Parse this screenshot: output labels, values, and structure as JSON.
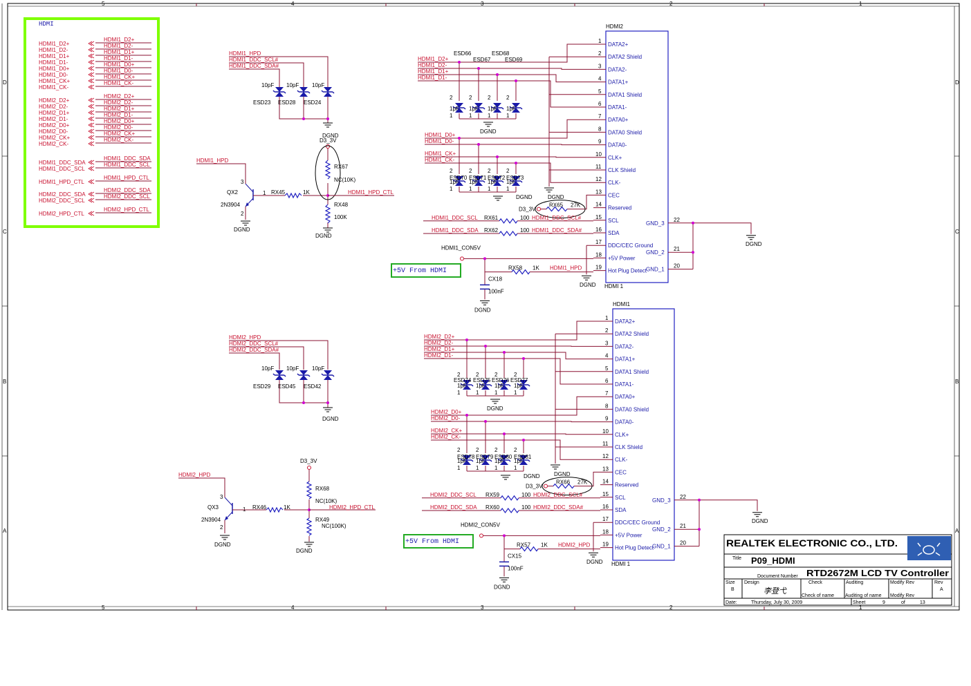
{
  "frame": {
    "col_markers": [
      "5",
      "4",
      "3",
      "2",
      "1"
    ],
    "row_markers": [
      "D",
      "C",
      "B",
      "A"
    ]
  },
  "net_box": {
    "title": "HDMI",
    "left_labels": [
      "HDMI1_D2+",
      "HDMI1_D2-",
      "HDMI1_D1+",
      "HDMI1_D1-",
      "HDMI1_D0+",
      "HDMI1_D0-",
      "HDMI1_CK+",
      "HDMI1_CK-",
      "HDMI2_D2+",
      "HDMI2_D2-",
      "HDMI2_D1+",
      "HDMI2_D1-",
      "HDMI2_D0+",
      "HDMI2_D0-",
      "HDMI2_CK+",
      "HDMI2_CK-",
      "HDMI1_DDC_SDA",
      "HDMI1_DDC_SCL",
      "HDMI1_HPD_CTL",
      "HDMI2_DDC_SDA",
      "HDMI2_DDC_SCL",
      "HDMI2_HPD_CTL"
    ],
    "right_labels": [
      "HDMI1_D2+",
      "HDMI1_D2-",
      "HDMI1_D1+",
      "HDMI1_D1-",
      "HDMI1_D0+",
      "HDMI1_D0-",
      "HDMI1_CK+",
      "HDMI1_CK-",
      "HDMI2_D2+",
      "HDMI2_D2-",
      "HDMI2_D1+",
      "HDMI2_D1-",
      "HDMI2_D0+",
      "HDMI2_D0-",
      "HDMI2_CK+",
      "HDMI2_CK-",
      "HDMI1_DDC_SDA",
      "HDMI1_DDC_SCL",
      "HDMI1_HPD_CTL",
      "HDMI2_DDC_SDA",
      "HDMI2_DDC_SCL",
      "HDMI2_HPD_CTL"
    ]
  },
  "esd_group1": {
    "nets": [
      "HDMI1_HPD",
      "HDMI1_DDC_SCL#",
      "HDMI1_DDC_SDA#"
    ],
    "caps": [
      "10pF",
      "10pF",
      "10pF"
    ],
    "refs": [
      "ESD23",
      "ESD28",
      "ESD24"
    ],
    "gnd": "DGND"
  },
  "esd_group2": {
    "nets": [
      "HDMI2_HPD",
      "HDMI2_DDC_SCL#",
      "HDMI2_DDC_SDA#"
    ],
    "caps": [
      "10pF",
      "10pF",
      "10pF"
    ],
    "refs": [
      "ESD29",
      "ESD45",
      "ESD42"
    ],
    "gnd": "DGND"
  },
  "hpd1": {
    "in_net": "HDMI1_HPD",
    "q_ref": "QX2",
    "q_part": "2N3904",
    "r_in": "RX45",
    "r_in_val": "1K",
    "supply": "D3_3V",
    "r_up": "RX67",
    "r_up_val": "NC(10K)",
    "r_dn": "RX48",
    "r_dn_val": "100K",
    "out_net": "HDMI1_HPD_CTL",
    "gnd": "DGND"
  },
  "hpd2": {
    "in_net": "HDMI2_HPD",
    "q_ref": "QX3",
    "q_part": "2N3904",
    "r_in": "RX46",
    "r_in_val": "1K",
    "supply": "D3_3V",
    "r_up": "RX68",
    "r_up_val": "NC(10K)",
    "r_dn": "RX49",
    "r_dn_val": "NC(100K)",
    "out_net": "HDMI2_HPD_CTL",
    "gnd": "DGND"
  },
  "conn1": {
    "header": "HDMI2",
    "footer": "HDMI 1",
    "pins": [
      "DATA2+",
      "DATA2 Shield",
      "DATA2-",
      "DATA1+",
      "DATA1 Shield",
      "DATA1-",
      "DATA0+",
      "DATA0 Shield",
      "DATA0-",
      "CLK+",
      "CLK Shield",
      "CLK-",
      "CEC",
      "Reserved",
      "SCL",
      "SDA",
      "DDC/CEC Ground",
      "+5V Power",
      "Hot Plug Detect"
    ],
    "pin_nums": [
      "1",
      "2",
      "3",
      "4",
      "5",
      "6",
      "7",
      "8",
      "9",
      "10",
      "11",
      "12",
      "13",
      "14",
      "15",
      "16",
      "17",
      "18",
      "19"
    ],
    "gnd_pins": [
      "GND_3",
      "GND_2",
      "GND_1"
    ],
    "gnd_nums": [
      "22",
      "21",
      "20"
    ],
    "esd_top_refs": [
      "ESD66",
      "ESD67",
      "ESD68",
      "ESD69"
    ],
    "esd_bot_refs": [
      "ESD70",
      "ESD71",
      "ESD72",
      "ESD73"
    ],
    "esd_cap": "1pF",
    "diff_nets_top": [
      "HDMI1_D2+",
      "HDMI1_D2-",
      "HDMI1_D1+",
      "HDMI1_D1-"
    ],
    "diff_nets_bot": [
      "HDMI1_D0+",
      "HDMI1_D0-",
      "HDMI1_CK+",
      "HDMI1_CK-"
    ],
    "cec_supply": "D3_3V",
    "cec_r": "RX65",
    "cec_r_val": "27K",
    "scl_net": "HDMI1_DDC_SCL",
    "scl_r": "RX61",
    "scl_r_val": "100",
    "scl_out": "HDMI1_DDC_SCL#",
    "sda_net": "HDMI1_DDC_SDA",
    "sda_r": "RX62",
    "sda_r_val": "100",
    "sda_out": "HDMI1_DDC_SDA#",
    "con5v": "HDMI1_CON5V",
    "from_label": "+5V From HDMI",
    "hpd_r": "RX58",
    "hpd_r_val": "1K",
    "hpd_net": "HDMI1_HPD",
    "cap_ref": "CX18",
    "cap_val": "100nF",
    "gnd": "DGND"
  },
  "conn2": {
    "header": "HDMI1",
    "footer": "HDMI 1",
    "pins": [
      "DATA2+",
      "DATA2 Shield",
      "DATA2-",
      "DATA1+",
      "DATA1 Shield",
      "DATA1-",
      "DATA0+",
      "DATA0 Shield",
      "DATA0-",
      "CLK+",
      "CLK Shield",
      "CLK-",
      "CEC",
      "Reserved",
      "SCL",
      "SDA",
      "DDC/CEC Ground",
      "+5V Power",
      "Hot Plug Detect"
    ],
    "pin_nums": [
      "1",
      "2",
      "3",
      "4",
      "5",
      "6",
      "7",
      "8",
      "9",
      "10",
      "11",
      "12",
      "13",
      "14",
      "15",
      "16",
      "17",
      "18",
      "19"
    ],
    "gnd_pins": [
      "GND_3",
      "GND_2",
      "GND_1"
    ],
    "gnd_nums": [
      "22",
      "21",
      "20"
    ],
    "esd_top_refs": [
      "ESD74",
      "ESD75",
      "ESD76",
      "ESD77"
    ],
    "esd_bot_refs": [
      "ESD78",
      "ESD79",
      "ESD80",
      "ESD81"
    ],
    "esd_cap": "1pF",
    "diff_nets_top": [
      "HDMI2_D2+",
      "HDMI2_D2-",
      "HDMI2_D1+",
      "HDMI2_D1-"
    ],
    "diff_nets_bot": [
      "HDMI2_D0+",
      "HDMI2_D0-",
      "HDMI2_CK+",
      "HDMI2_CK-"
    ],
    "cec_supply": "D3_3V",
    "cec_r": "RX66",
    "cec_r_val": "27K",
    "scl_net": "HDMI2_DDC_SCL",
    "scl_r": "RX59",
    "scl_r_val": "100",
    "scl_out": "HDMI2_DDC_SCL#",
    "sda_net": "HDMI2_DDC_SDA",
    "sda_r": "RX60",
    "sda_r_val": "100",
    "sda_out": "HDMI2_DDC_SDA#",
    "con5v": "HDMI2_CON5V",
    "from_label": "+5V From HDMI",
    "hpd_r": "RX57",
    "hpd_r_val": "1K",
    "hpd_net": "HDMI2_HPD",
    "cap_ref": "CX15",
    "cap_val": "100nF",
    "gnd": "DGND"
  },
  "title_block": {
    "company": "REALTEK ELECTRONIC CO., LTD.",
    "title_label": "Title",
    "title": "P09_HDMI",
    "docnum_label": "Document Number",
    "docnum": "RTD2672M LCD TV Controller",
    "size_label": "Size",
    "size": "B",
    "design_label": "Design",
    "designer": "李登弋",
    "check_label": "Check",
    "check_name": "Check of name",
    "auditing_label": "Auditing",
    "auditing_name": "Auditing of name",
    "modify_label": "Modify Rev",
    "modify_name": "Modify Rev",
    "rev_label": "Rev",
    "rev": "A",
    "date_label": "Date:",
    "date": "Thursday, July 30, 2009",
    "sheet_label": "Sheet",
    "sheet": "9",
    "of_label": "of",
    "total": "13"
  },
  "colors": {
    "wire": "#8a1030",
    "net_text": "#c8102e",
    "component": "#1a1aa8",
    "box_green": "#22aa22",
    "net_box_green": "#7fff00"
  }
}
